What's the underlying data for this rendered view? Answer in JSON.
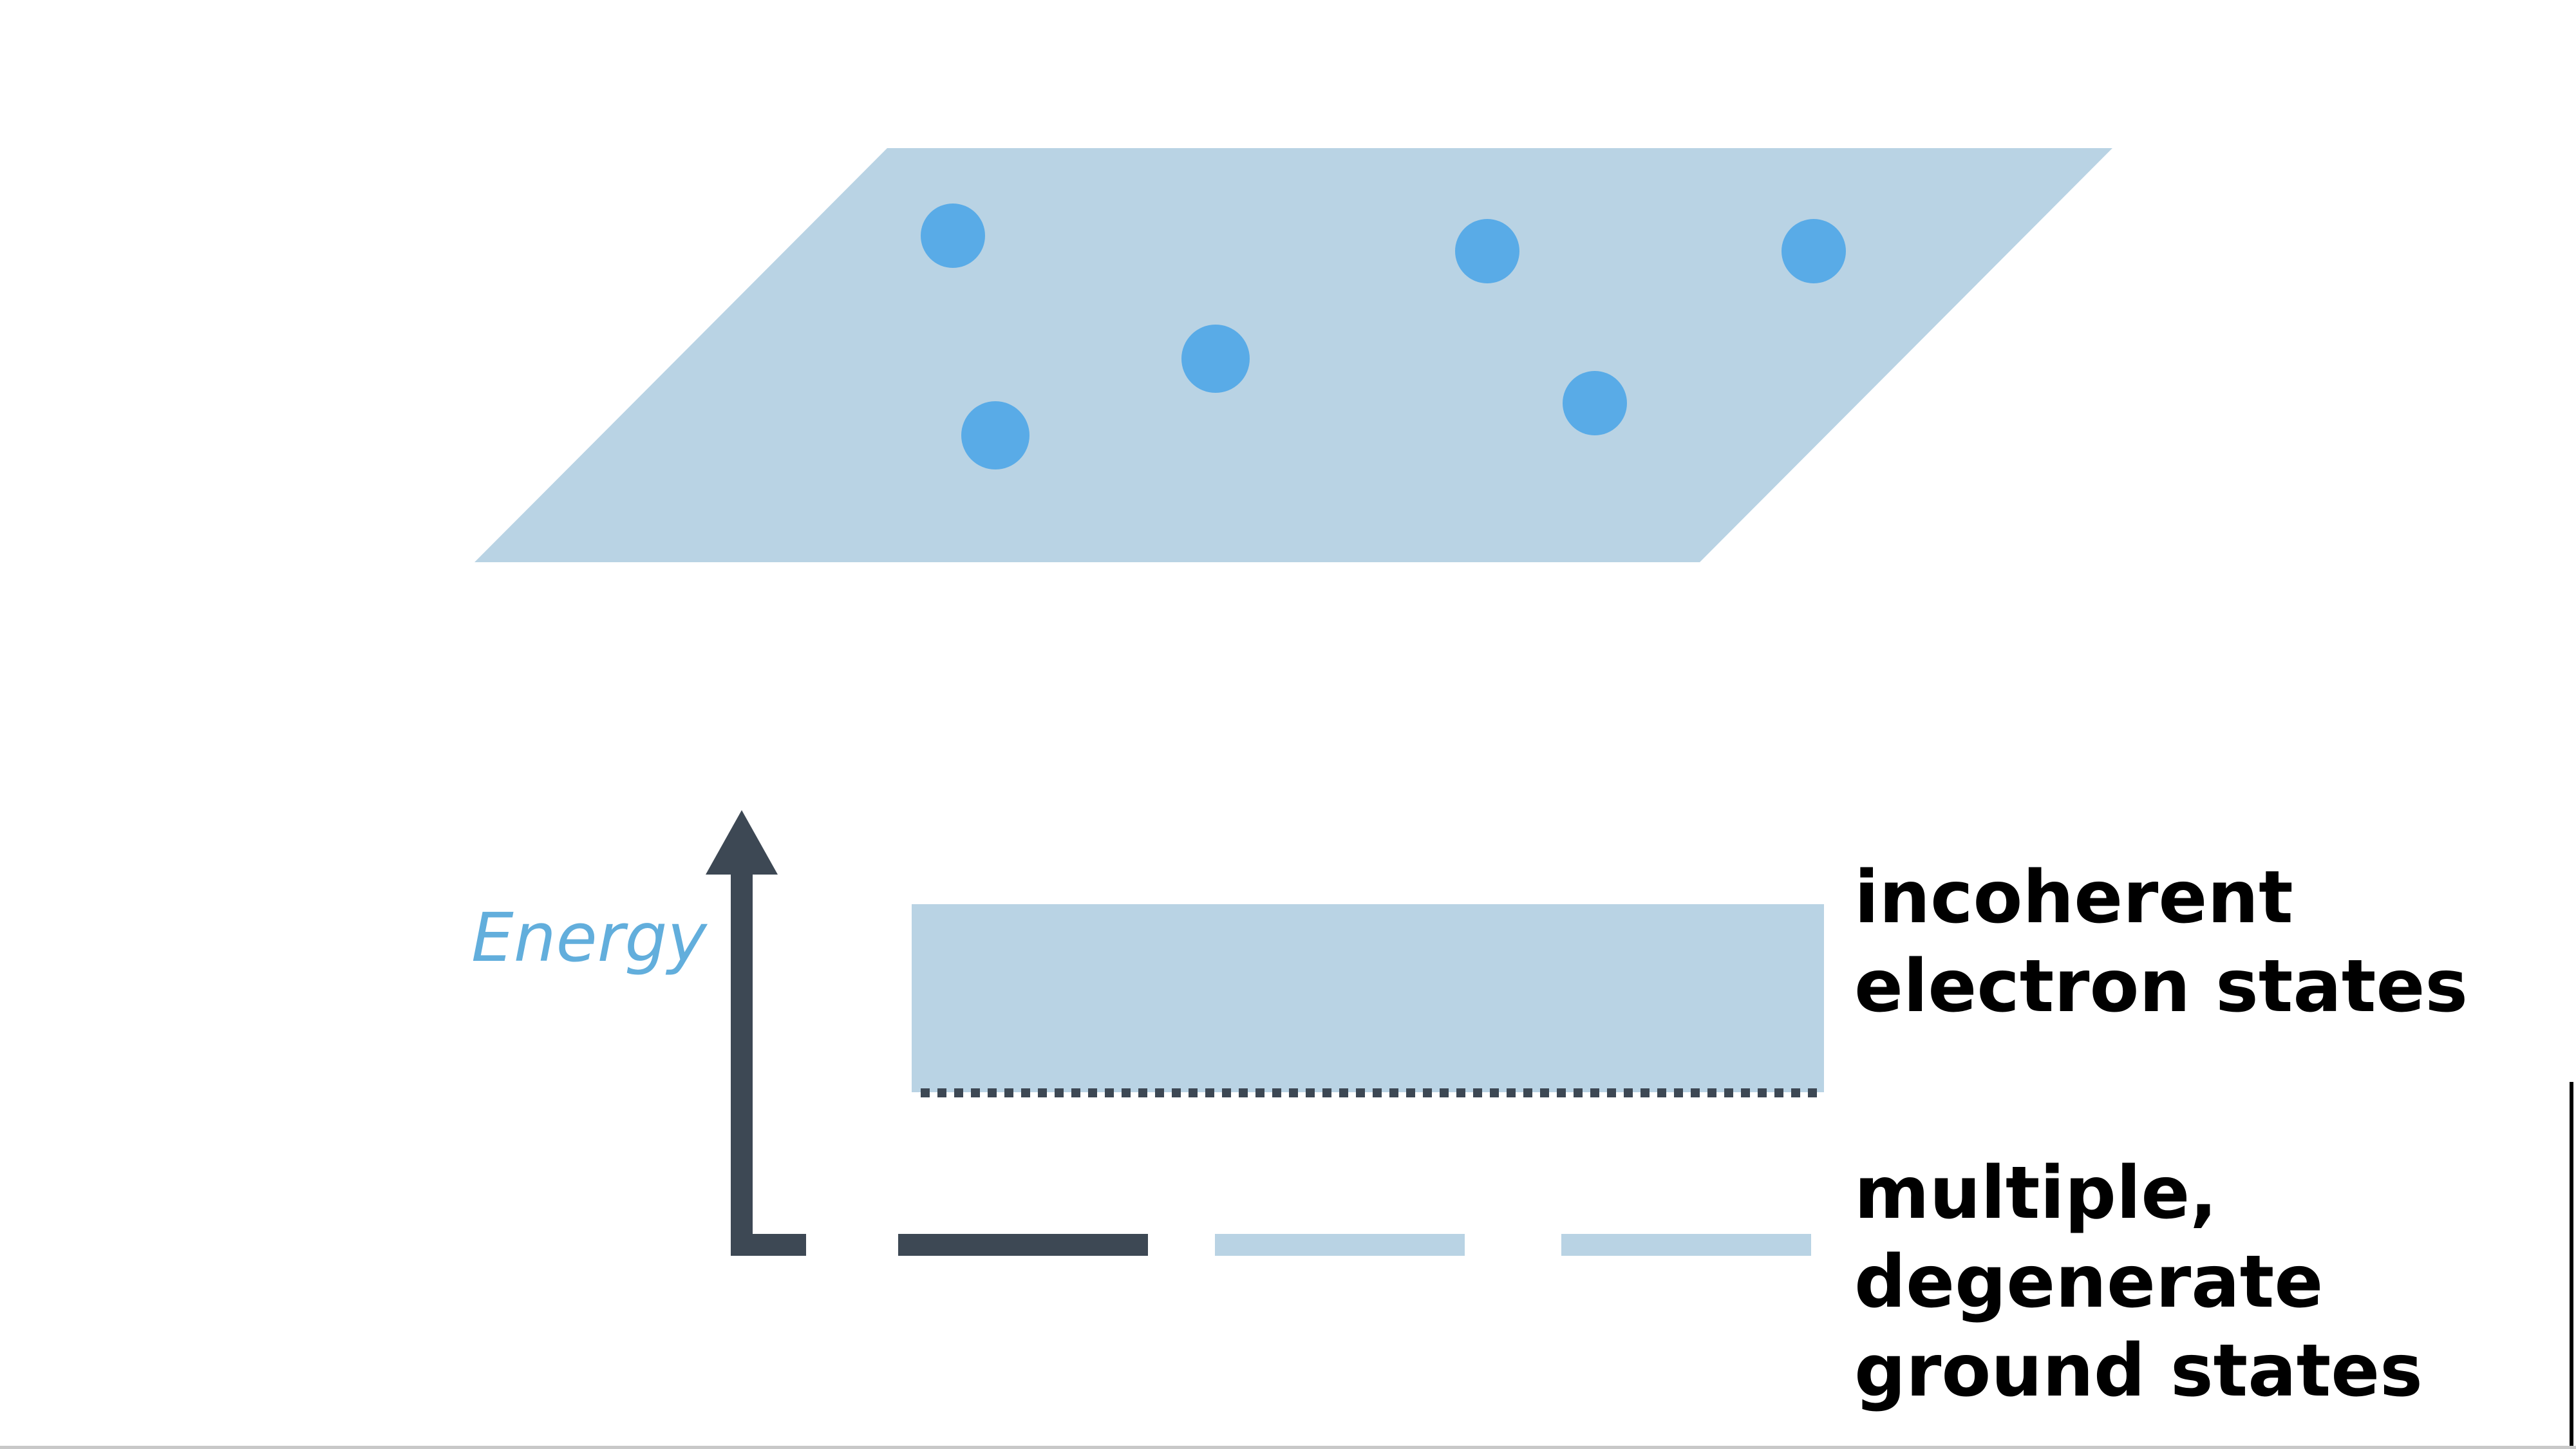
{
  "colors": {
    "plane": "#b9d3e4",
    "electron": "#59abe7",
    "arrow": "#3d4854",
    "energy_text": "#62aedc",
    "band": "#b9d3e4",
    "ground_state_active": "#3d4854",
    "ground_state_inactive": "#b9d3e4",
    "label_text": "#000000"
  },
  "diagram": {
    "electron_count": 6,
    "axis": {
      "label": "Energy"
    },
    "upper_band": {
      "label_lines": [
        "incoherent",
        "electron states"
      ]
    },
    "ground_states": {
      "count": 3,
      "active_index": 0,
      "label_lines": [
        "multiple,",
        "degenerate",
        "ground states"
      ]
    }
  }
}
